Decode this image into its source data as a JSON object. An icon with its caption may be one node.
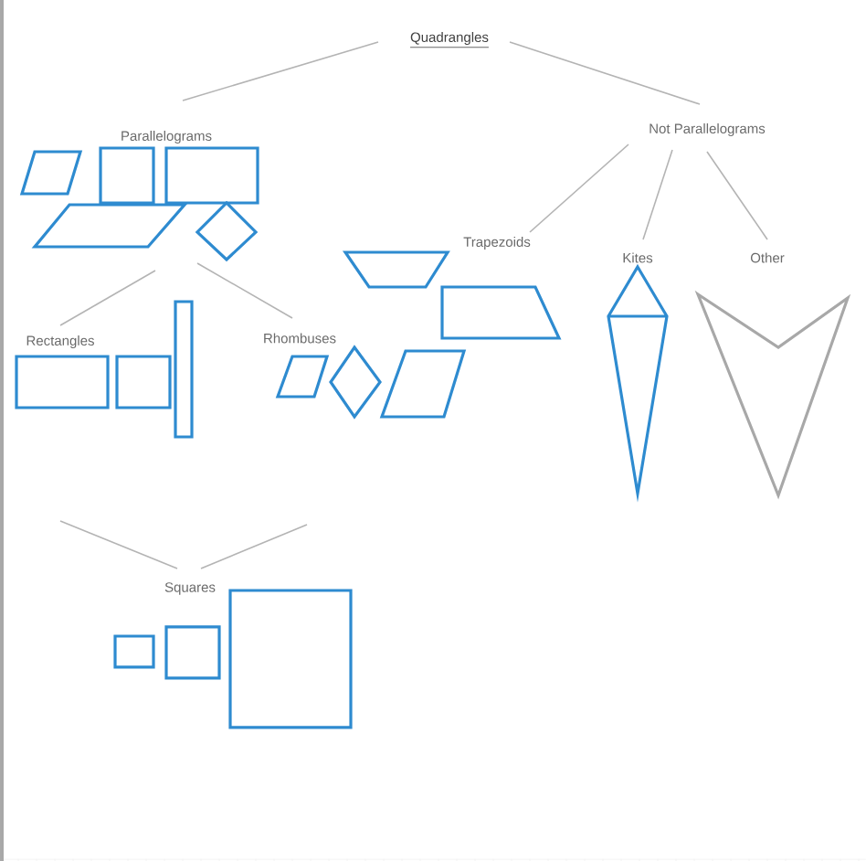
{
  "diagram": {
    "nodes": [
      {
        "text": [
          "Quadrangles"
        ]
      },
      {
        "text": [
          "Parallelograms"
        ]
      },
      {
        "text": [
          "Not Parallelograms"
        ]
      },
      {
        "text": [
          "Trapezoids"
        ]
      },
      {
        "text": [
          "Kites"
        ]
      },
      {
        "text": [
          "Other"
        ]
      },
      {
        "text": [
          "Rectangles"
        ]
      },
      {
        "text": [
          "Rhombuses"
        ]
      },
      {
        "text": [
          "Squares"
        ]
      }
    ],
    "edges": [
      {
        "from": 0,
        "to": 1,
        "arrow": "none"
      },
      {
        "from": 0,
        "to": 2,
        "arrow": "none"
      },
      {
        "from": 2,
        "to": 3,
        "arrow": "none"
      },
      {
        "from": 2,
        "to": 4,
        "arrow": "none"
      },
      {
        "from": 2,
        "to": 5,
        "arrow": "none"
      },
      {
        "from": 1,
        "to": 6,
        "arrow": "none"
      },
      {
        "from": 1,
        "to": 7,
        "arrow": "none"
      },
      {
        "from": null,
        "to": 8,
        "arrow": "none"
      },
      {
        "from": null,
        "to": 8,
        "arrow": "none"
      }
    ]
  }
}
